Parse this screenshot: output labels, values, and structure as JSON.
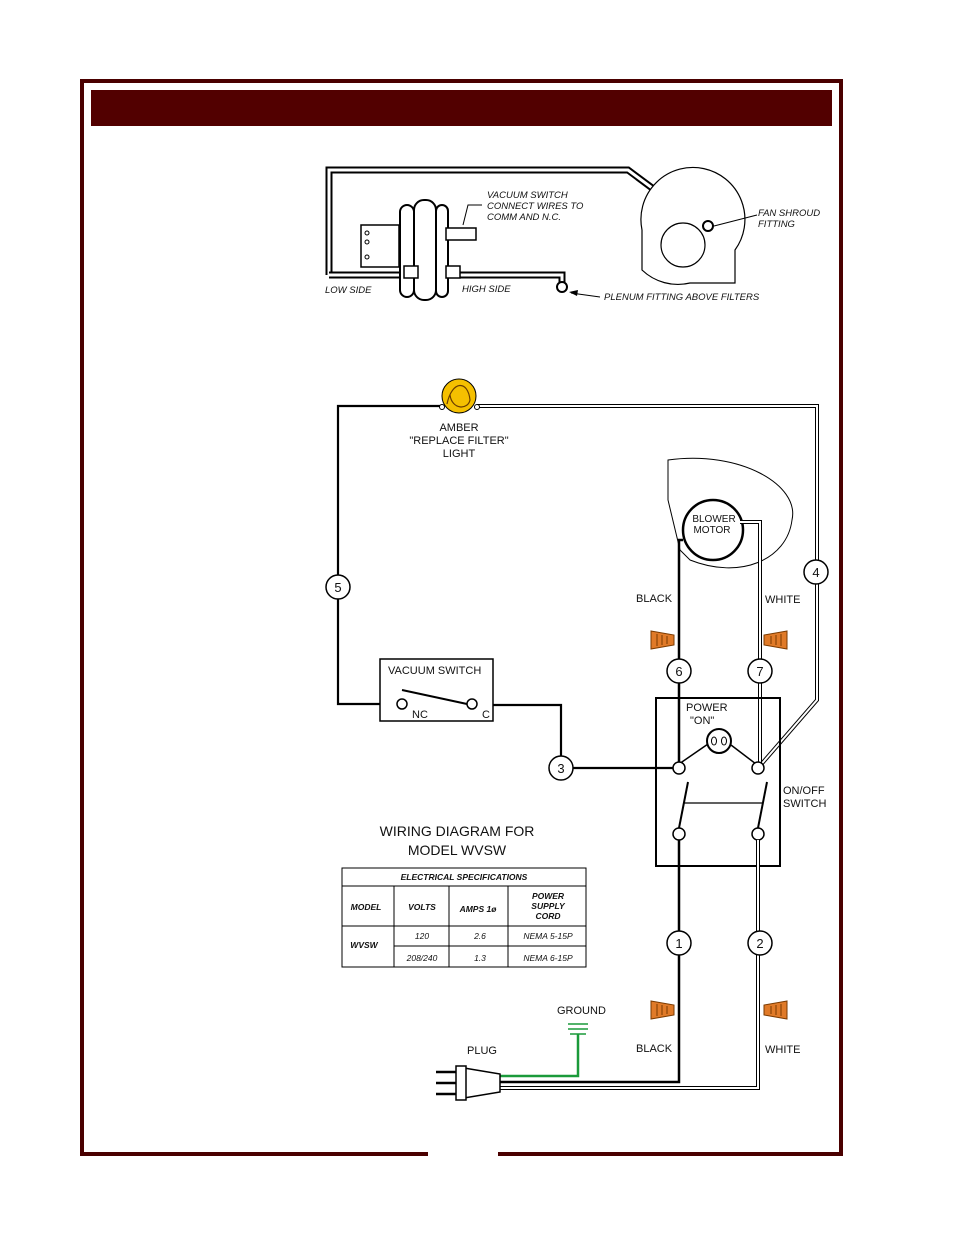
{
  "header": {
    "title": ""
  },
  "vacuum_detail": {
    "vacuum_switch_note": [
      "VACUUM SWITCH",
      "CONNECT WIRES TO",
      "COMM AND N.C."
    ],
    "fan_shroud_note": [
      "FAN SHROUD",
      "FITTING"
    ],
    "low_side": "LOW SIDE",
    "high_side": "HIGH SIDE",
    "plenum_note": "PLENUM FITTING ABOVE FILTERS"
  },
  "wiring": {
    "amber_light": [
      "AMBER",
      "\"REPLACE FILTER\"",
      "LIGHT"
    ],
    "blower_motor": [
      "BLOWER",
      "MOTOR"
    ],
    "black_top": "BLACK",
    "white_top": "WHITE",
    "black_bottom": "BLACK",
    "white_bottom": "WHITE",
    "vacuum_switch": "VACUUM SWITCH",
    "nc": "NC",
    "c": "C",
    "power_on": [
      "POWER",
      "\"ON\""
    ],
    "on_off_switch": [
      "ON/OFF",
      "SWITCH"
    ],
    "ground": "GROUND",
    "plug": "PLUG",
    "wire_numbers": [
      "1",
      "2",
      "3",
      "4",
      "5",
      "6",
      "7"
    ]
  },
  "title_block": [
    "WIRING DIAGRAM FOR",
    "MODEL WVSW"
  ],
  "specs_table": {
    "title": "ELECTRICAL SPECIFICATIONS",
    "headers": [
      "MODEL",
      "VOLTS",
      "AMPS 1ø",
      "POWER",
      "SUPPLY",
      "CORD"
    ],
    "model": "WVSW",
    "rows": [
      [
        "120",
        "2.6",
        "NEMA 5-15P"
      ],
      [
        "208/240",
        "1.3",
        "NEMA 6-15P"
      ]
    ]
  },
  "colors": {
    "frame": "#4a0000",
    "header": "#520000",
    "amber": "#f5c000",
    "wire_nut": "#e07a28",
    "ground": "#1a9a3a"
  }
}
